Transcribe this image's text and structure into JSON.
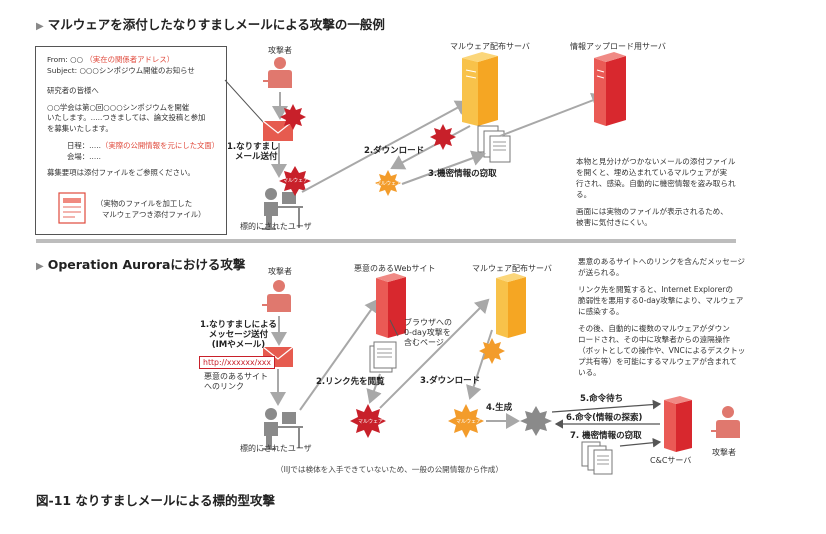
{
  "section1": {
    "title": "マルウェアを添付したなりすましメールによる攻撃の一般例",
    "email": {
      "from_prefix": "From: ○○ ",
      "from_note": "（実在の関係者アドレス）",
      "subject": "Subject: ○○○シンポジウム開催のお知らせ",
      "greeting": "研究者の皆様へ",
      "body1": "○○学会は第○回○○○シンポジウムを開催",
      "body2": "いたします。.....つきましては、論文投稿と参加",
      "body3": "を募集いたします。",
      "date_prefix": "日程：.....",
      "date_note": "（実際の公開情報を元にした文面）",
      "venue": "会場：.....",
      "attach_text": "募集要項は添付ファイルをご参照ください。",
      "attach_note1": "（実物のファイルを加工した",
      "attach_note2": "マルウェアつき添付ファイル）"
    },
    "attacker": "攻撃者",
    "malware_server": "マルウェア配布サーバ",
    "upload_server": "情報アップロード用サーバ",
    "target_user": "標的にされたユーザ",
    "step1_line1": "1.なりすまし",
    "step1_line2": "メール送付",
    "step2": "2.ダウンロード",
    "step3": "3.機密情報の窃取",
    "malware_badge": "マルウェア",
    "note1": [
      "本物と見分けがつかないメールの添付ファイル",
      "を開くと、埋め込まれているマルウェアが実",
      "行され、感染。自動的に機密情報を盗み取られ",
      "る。"
    ],
    "note2": [
      "画面には実物のファイルが表示されるため、",
      "被害に気付きにくい。"
    ]
  },
  "section2": {
    "title": "Operation Auroraにおける攻撃",
    "attacker": "攻撃者",
    "website": "悪意のあるWebサイト",
    "malware_server": "マルウェア配布サーバ",
    "target_user": "標的にされたユーザ",
    "step1_lines": [
      "1.なりすましによる",
      "メッセージ送付",
      "(IMやメール)"
    ],
    "url": "http://xxxxxx/xxx",
    "link_lines": [
      "悪意のあるサイト",
      "へのリンク"
    ],
    "browser_lines": [
      "ブラウザへの",
      "0-day攻撃を",
      "含むページ"
    ],
    "step2": "2.リンク先を閲覧",
    "step3": "3.ダウンロード",
    "step4": "4.生成",
    "step5": "5.命令待ち",
    "step6": "6.命令(情報の探索)",
    "step7": "7. 機密情報の窃取",
    "cc_server": "C&Cサーバ",
    "attacker2": "攻撃者",
    "malware_badge": "マルウェア",
    "note1": [
      "悪意のあるサイトへのリンクを含んだメッセージ",
      "が送られる。"
    ],
    "note2": [
      "リンク先を閲覧すると、Internet  Explorerの",
      "脆弱性を悪用する0-day攻撃により、マルウェア",
      "に感染する。"
    ],
    "note3": [
      "その後、自動的に複数のマルウェアがダウン",
      "ロードされ、その中に攻撃者からの遠隔操作",
      "（ボットとしての操作や、VNCによるデスクトッ",
      "プ共有等）を可能にするマルウェアが含まれて",
      "いる。"
    ],
    "footnote": "（IIJでは検体を入手できていないため、一般の公開情報から作成）"
  },
  "caption": "図-11  なりすましメールによる標的型攻撃",
  "colors": {
    "accent_red": "#e04a3c",
    "server_red": "#d8282e",
    "server_orange": "#f5a623",
    "malware_orange": "#f39c2b",
    "arrow_gray": "#a8a8a8"
  }
}
